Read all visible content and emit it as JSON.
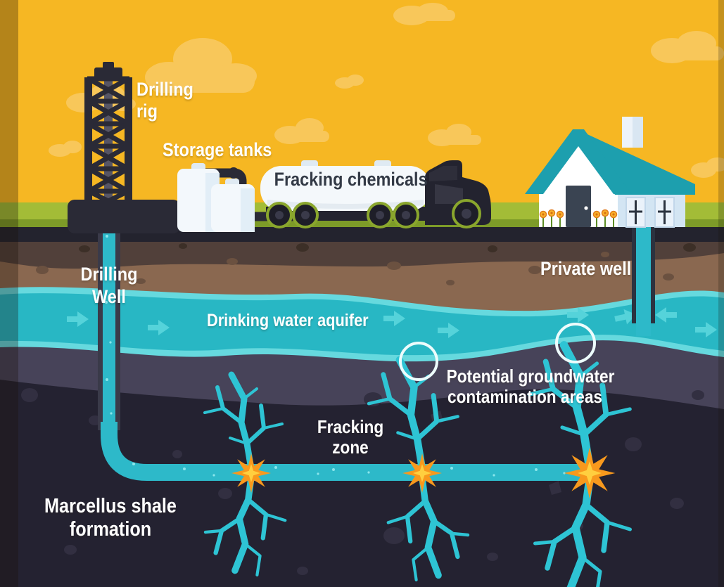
{
  "labels": {
    "drilling_rig": [
      "Drilling",
      "rig"
    ],
    "storage_tanks": "Storage tanks",
    "fracking_chemicals": "Fracking chemicals",
    "private_well": "Private well",
    "drilling_well": [
      "Drilling",
      "Well"
    ],
    "drinking_water_aquifer": "Drinking water aquifer",
    "contamination": [
      "Potential groundwater",
      "contamination areas"
    ],
    "fracking_zone": [
      "Fracking",
      "zone"
    ],
    "marcellus_shale": [
      "Marcellus shale",
      "formation"
    ]
  },
  "colors": {
    "sky": "#f6b723",
    "cloud": "#f8c75a",
    "grass_light": "#a3bc37",
    "grass_dark": "#7d9b28",
    "topsoil_dark_band": "#23232e",
    "soil_brown": "#8a6850",
    "soil_brown_dark": "#51403a",
    "aquifer_fill": "#28b7c4",
    "aquifer_edge": "#66d9de",
    "flow_arrow": "#55d3da",
    "subsoil_band": "#474359",
    "shale": "#242231",
    "well_pipe": "#2db9c9",
    "fracture_crack": "#2ec4d4",
    "starburst_outer": "#f8991d",
    "starburst_inner": "#ffcf3f",
    "contamination_circle": "#edfcfc",
    "truck_tank": "#f4f8fb",
    "truck_body": "#23232f",
    "wheel_rim": "#8aa62d",
    "house_roof": "#1d9fae",
    "house_front": "#ffffff",
    "house_side": "#d3e5f3",
    "label_text": "#ffffff",
    "chemicals_text": "#333a46"
  }
}
